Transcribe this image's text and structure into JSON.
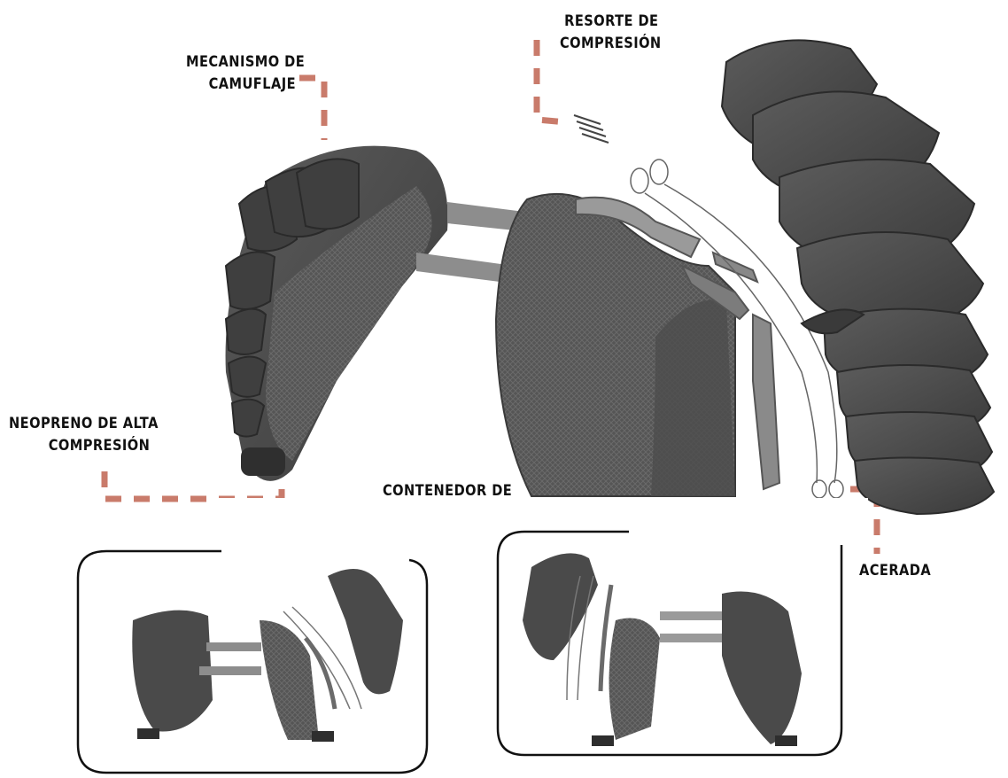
{
  "labels": {
    "camouflage": [
      "MECANISMO DE",
      "CAMUFLAJE"
    ],
    "spring": [
      "RESORTE DE",
      "COMPRESIÓN"
    ],
    "neoprene": [
      "NEOPRENO DE ALTA",
      "COMPRESIÓN"
    ],
    "container": [
      "CONTENEDOR DE"
    ],
    "steel": [
      "ACERADA"
    ]
  },
  "colors": {
    "leader": "#c97b6b",
    "shell": "#4a4a4a",
    "shell_dark": "#2e2e2e",
    "shell_light": "#6e6e6e",
    "strap": "#8d8d8d",
    "frame": "#111111"
  }
}
